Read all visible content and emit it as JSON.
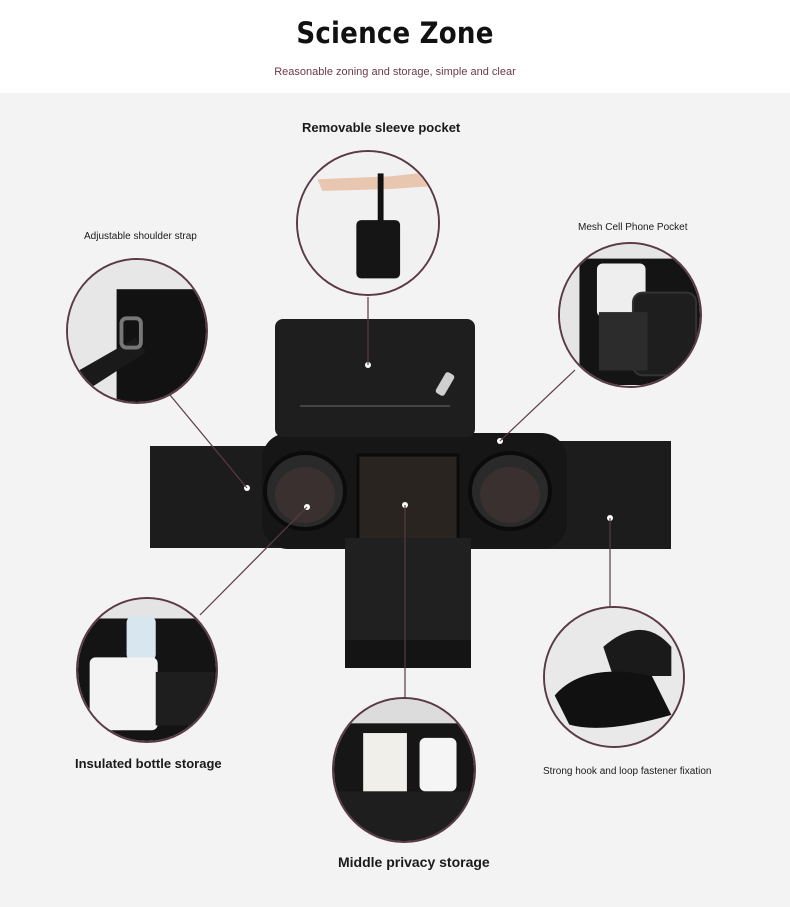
{
  "header": {
    "title": "Science Zone",
    "subtitle": "Reasonable zoning and storage, simple and clear"
  },
  "callouts": {
    "sleeve_pocket": "Removable sleeve pocket",
    "shoulder_strap": "Adjustable shoulder strap",
    "phone_pocket": "Mesh Cell Phone Pocket",
    "bottle_storage": "Insulated bottle storage",
    "fastener": "Strong hook and loop fastener fixation",
    "privacy_storage": "Middle privacy storage"
  },
  "colors": {
    "accent": "#5a3a45",
    "subtitle": "#6a3b48",
    "fabric": "#1b1b1b",
    "panel": "#f3f3f3"
  }
}
